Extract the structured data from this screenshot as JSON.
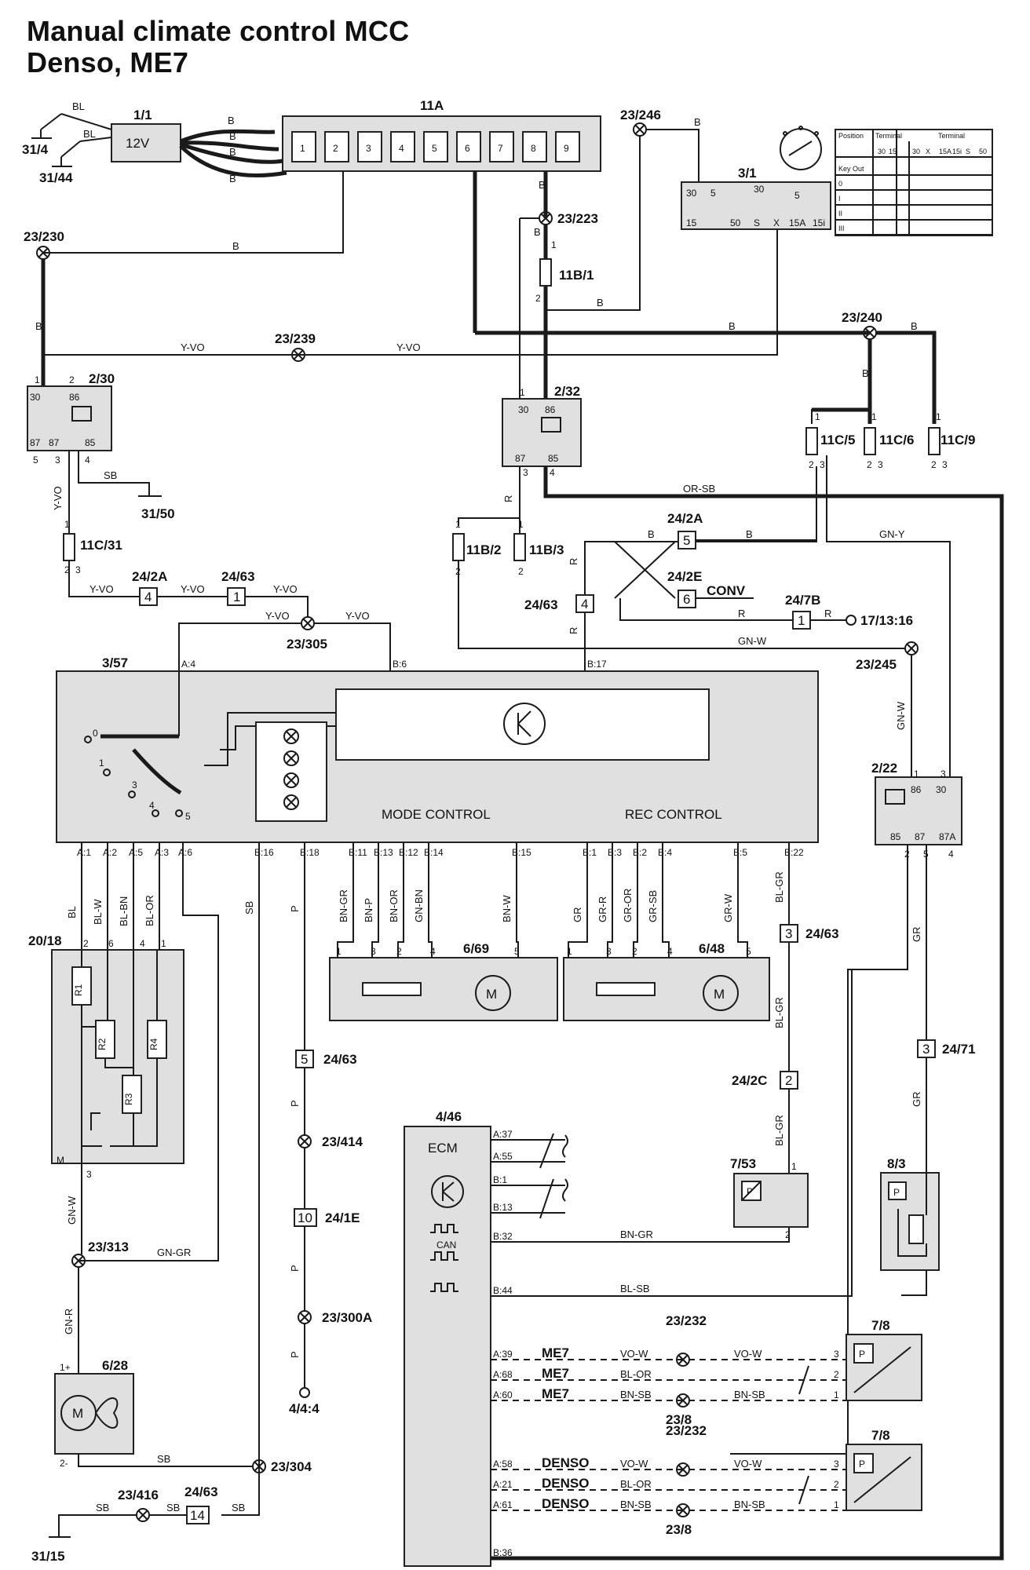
{
  "title": {
    "line1": "Manual climate control MCC",
    "line2": "Denso, ME7"
  },
  "components": {
    "battery": "1/1",
    "battery_voltage": "12V",
    "fusebox": "11A",
    "fusebox_slots": [
      "1",
      "2",
      "3",
      "4",
      "5",
      "6",
      "7",
      "8",
      "9"
    ],
    "ignition_switch": "3/1",
    "relay_230": "2/30",
    "relay_232": "2/32",
    "relay_222": "2/22",
    "fuse_11B1": "11B/1",
    "fuse_11B2": "11B/2",
    "fuse_11B3": "11B/3",
    "fuse_11C5": "11C/5",
    "fuse_11C6": "11C/6",
    "fuse_11C9": "11C/9",
    "fuse_11C31": "11C/31",
    "control_module": "3/57",
    "resistor_pack": "20/18",
    "blower_motor": "6/28",
    "mode_motor": "6/69",
    "rec_motor": "6/48",
    "ecm": "4/46",
    "ecm_label": "ECM",
    "can_label": "CAN",
    "pressure_sensor": "7/53",
    "ac_relay": "8/3",
    "pressure_sensor_me7": "7/8",
    "pressure_sensor_denso": "7/8"
  },
  "ignition_table": {
    "header": [
      "Position",
      "Terminal",
      "",
      "Terminal"
    ],
    "terminals": [
      "30",
      "15",
      "30",
      "X",
      "15A",
      "15i",
      "S",
      "50"
    ],
    "rows": [
      "Key Out",
      "0",
      "I",
      "II",
      "III"
    ]
  },
  "ground_points": [
    "31/4",
    "31/44",
    "31/50",
    "31/15"
  ],
  "splices": [
    "23/246",
    "23/223",
    "23/230",
    "23/239",
    "23/240",
    "23/305",
    "23/245",
    "23/414",
    "23/300A",
    "23/313",
    "23/304",
    "23/416",
    "23/232",
    "23/8"
  ],
  "connectors": [
    "24/2A",
    "24/63",
    "24/2E",
    "24/7B",
    "24/71",
    "24/2C",
    "24/1E"
  ],
  "connector_pins": {
    "c24_2A_top": "5",
    "c24_2E": "6",
    "c24_7B": "1",
    "c24_63_left": "4",
    "c24_63_mid": "1",
    "c24_63_b17": "4",
    "c24_2A_left": "4",
    "c24_63_bp": "5",
    "c24_1E": "10",
    "c24_63_blgr": "3",
    "c24_2C": "2",
    "c24_71": "3",
    "c24_63_bottom": "14"
  },
  "remote_refs": [
    "17/13:16",
    "4/4:4"
  ],
  "conv_label": "CONV",
  "module_text": {
    "mode_control": "MODE CONTROL",
    "rec_control": "REC CONTROL"
  },
  "module_pins_top": [
    "A:4",
    "B:6",
    "B:17"
  ],
  "module_pins_bottom": [
    "A:1",
    "A:2",
    "A:5",
    "A:3",
    "A:6",
    "B:16",
    "B:18",
    "B:11",
    "B:13",
    "B:12",
    "B:14",
    "B:15",
    "B:1",
    "B:3",
    "B:2",
    "B:4",
    "B:5",
    "B:22"
  ],
  "resistors": [
    "R1",
    "R2",
    "R3",
    "R4"
  ],
  "ecm_pins": [
    "A:37",
    "A:55",
    "B:1",
    "B:13",
    "B:32",
    "B:44",
    "A:39",
    "A:68",
    "A:60",
    "A:58",
    "A:21",
    "A:61",
    "B:36"
  ],
  "ecm_variants": {
    "me7": "ME7",
    "denso": "DENSO"
  },
  "wire_colors": [
    "B",
    "BL",
    "Y-VO",
    "SB",
    "R",
    "OR-SB",
    "GN-Y",
    "GN-W",
    "BL-W",
    "BL-BN",
    "BL-OR",
    "P",
    "BN-GR",
    "BN-P",
    "BN-OR",
    "GN-BN",
    "BN-W",
    "GR",
    "GR-R",
    "GR-OR",
    "GR-SB",
    "GR-W",
    "BL-GR",
    "GN-GR",
    "GN-R",
    "BL-SB",
    "VO-W",
    "BN-SB"
  ],
  "misc": {
    "motor_symbol": "M",
    "pressure_symbol": "P",
    "pin_plus": "1+",
    "pin_minus": "2-"
  }
}
